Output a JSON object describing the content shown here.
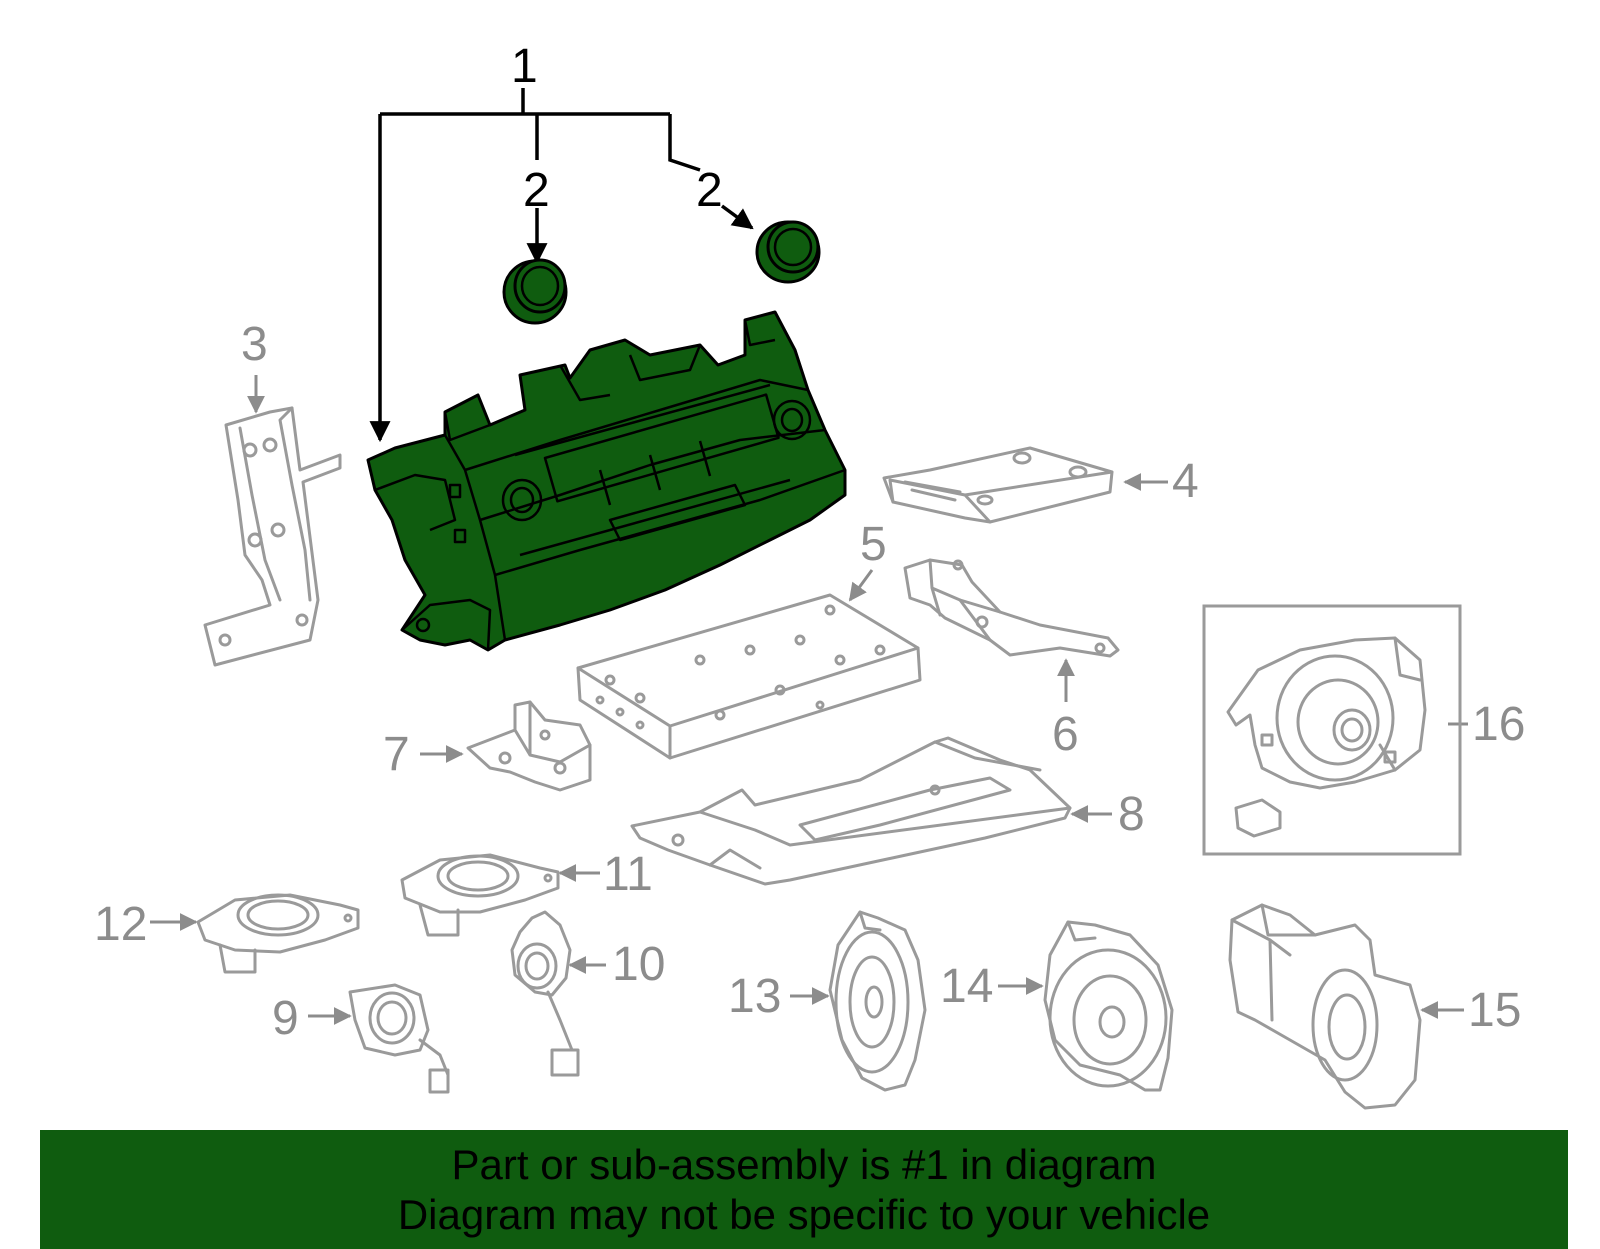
{
  "callouts": {
    "c1": "1",
    "c2a": "2",
    "c2b": "2",
    "c3": "3",
    "c4": "4",
    "c5": "5",
    "c6": "6",
    "c7": "7",
    "c8": "8",
    "c9": "9",
    "c10": "10",
    "c11": "11",
    "c12": "12",
    "c13": "13",
    "c14": "14",
    "c15": "15",
    "c16": "16"
  },
  "footer": {
    "line1": "Part or sub-assembly is #1 in diagram",
    "line2": "Diagram may not be specific to your vehicle"
  },
  "colors": {
    "highlight": "#0f5c0f",
    "other_parts": "#9a9a9a",
    "callout_main": "#000000",
    "callout_other": "#8c8c8c"
  }
}
